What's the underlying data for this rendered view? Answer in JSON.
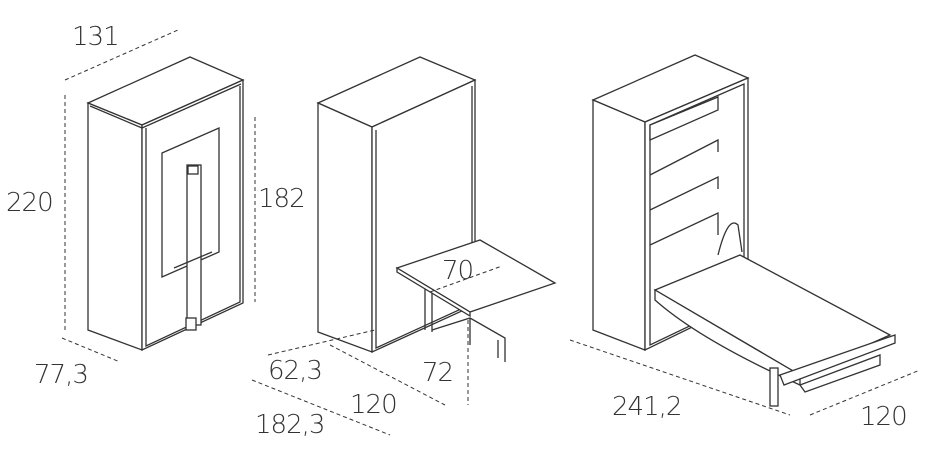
{
  "views": [
    {
      "name": "closed",
      "dimensions": {
        "width": "131",
        "height": "220",
        "inner_height": "182",
        "depth": "77,3"
      }
    },
    {
      "name": "desk-open",
      "dimensions": {
        "depth": "62,3",
        "table_width": "120",
        "total_depth": "182,3",
        "table_height": "72",
        "table_depth": "70"
      }
    },
    {
      "name": "bed-open",
      "dimensions": {
        "total_depth": "241,2",
        "bed_width": "120"
      }
    }
  ]
}
